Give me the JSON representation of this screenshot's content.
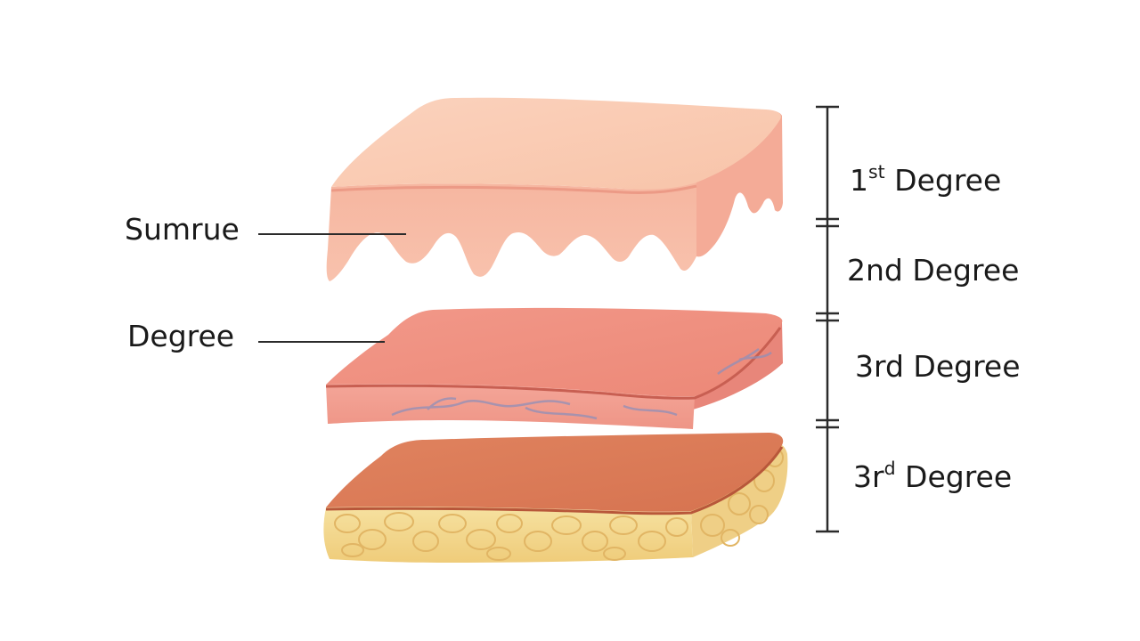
{
  "labels": {
    "left": {
      "top": "Sumrue",
      "middle": "Degree"
    },
    "scale": [
      {
        "main": "1",
        "sup": "st",
        "suffix": " Degree"
      },
      {
        "main": "2nd Degree",
        "sup": "",
        "suffix": ""
      },
      {
        "main": "3rd Degree",
        "sup": "",
        "suffix": ""
      },
      {
        "main": "3r",
        "sup": "d",
        "suffix": " Degree"
      }
    ]
  },
  "colors": {
    "line": "#2b2b2b",
    "top_layer": "#f7c3a8",
    "middle_layer": "#ef9080",
    "bottom_layer": "#d9785a",
    "fat": "#f3d98f"
  }
}
